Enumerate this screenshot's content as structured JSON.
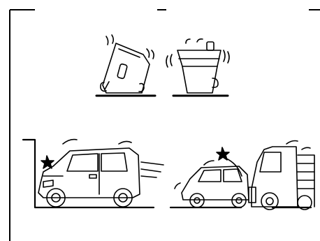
{
  "figure": {
    "panels": [
      {
        "id": "rollover-tilted",
        "icon": "rolling-car-tilted-icon"
      },
      {
        "id": "rollover-upside-down",
        "icon": "upside-down-car-icon"
      },
      {
        "id": "front-collision-wall",
        "icon": "car-hitting-wall-icon"
      },
      {
        "id": "rear-collision-truck",
        "icon": "truck-rear-ending-car-icon"
      }
    ],
    "colors": {
      "line": "#000000",
      "background": "#ffffff"
    }
  }
}
